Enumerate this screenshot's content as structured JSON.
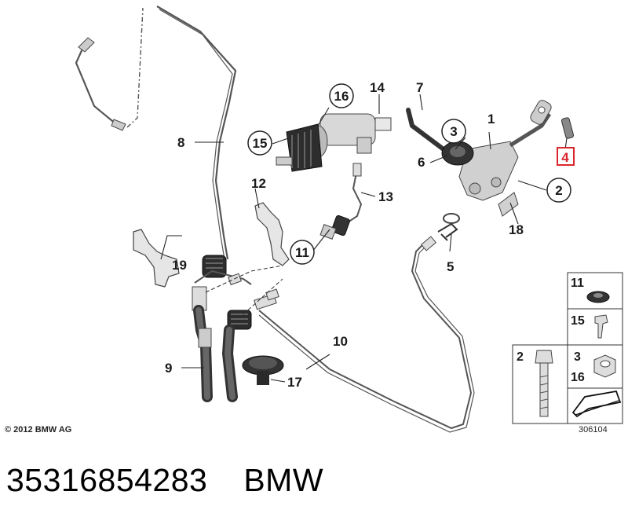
{
  "parts": {
    "p1": "1",
    "p2": "2",
    "p3": "3",
    "p4": "4",
    "p5": "5",
    "p6": "6",
    "p7": "7",
    "p8": "8",
    "p9": "9",
    "p10": "10",
    "p11": "11",
    "p12": "12",
    "p13": "13",
    "p14": "14",
    "p15": "15",
    "p16": "16",
    "p17": "17",
    "p18": "18",
    "p19": "19"
  },
  "highlighted_part": "4",
  "highlight_color": "#d9262c",
  "legend": {
    "box11": "11",
    "box15": "15",
    "box2": "2",
    "box3": "3",
    "box16": "16"
  },
  "copyright": "© 2012 BMW AG",
  "diagram_id": "306104",
  "footer": {
    "part_number": "35316854283",
    "brand": "BMW"
  }
}
